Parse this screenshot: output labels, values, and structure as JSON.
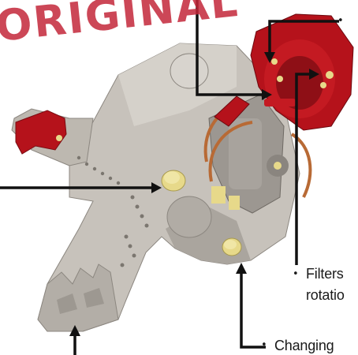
{
  "stamp": {
    "text": "ORIGINAL"
  },
  "callouts": {
    "filters_line1": "Filters",
    "filters_line2": "rotatio",
    "changing": "Changing"
  },
  "colors": {
    "housing_gray": "#b9b4ad",
    "motor_red": "#b5121b",
    "stamp_red": "#c4273a",
    "bolt_yellow": "#e7d98a",
    "arrow_black": "#111111"
  },
  "icons": {
    "bullet": "bullet-dot-icon",
    "arrowhead": "arrow-head-icon"
  }
}
